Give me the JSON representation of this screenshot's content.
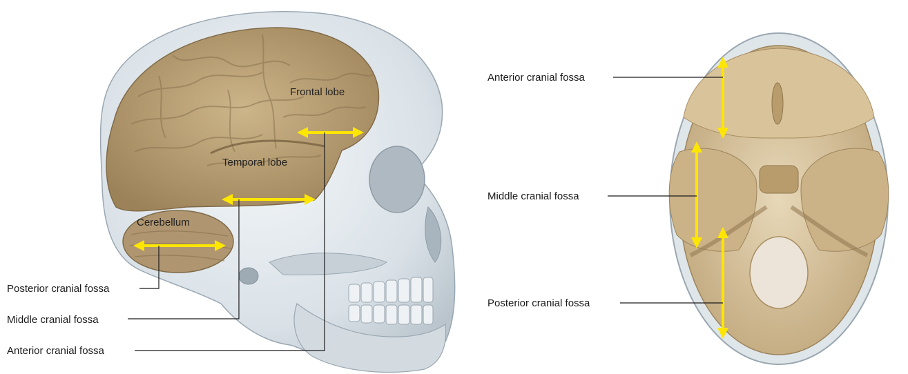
{
  "colors": {
    "arrow": "#ffe600",
    "brain": "#b59a6e",
    "skull": "#d8e0e6",
    "skull_base": "#cdb48a",
    "leader": "#1a1a1a"
  },
  "lateral_view": {
    "region_labels": {
      "frontal_lobe": "Frontal lobe",
      "temporal_lobe": "Temporal lobe",
      "cerebellum": "Cerebellum"
    },
    "callouts": {
      "posterior": "Posterior cranial fossa",
      "middle": "Middle cranial fossa",
      "anterior": "Anterior cranial fossa"
    }
  },
  "superior_view": {
    "callouts": {
      "anterior": "Anterior cranial fossa",
      "middle": "Middle cranial fossa",
      "posterior": "Posterior cranial fossa"
    }
  }
}
